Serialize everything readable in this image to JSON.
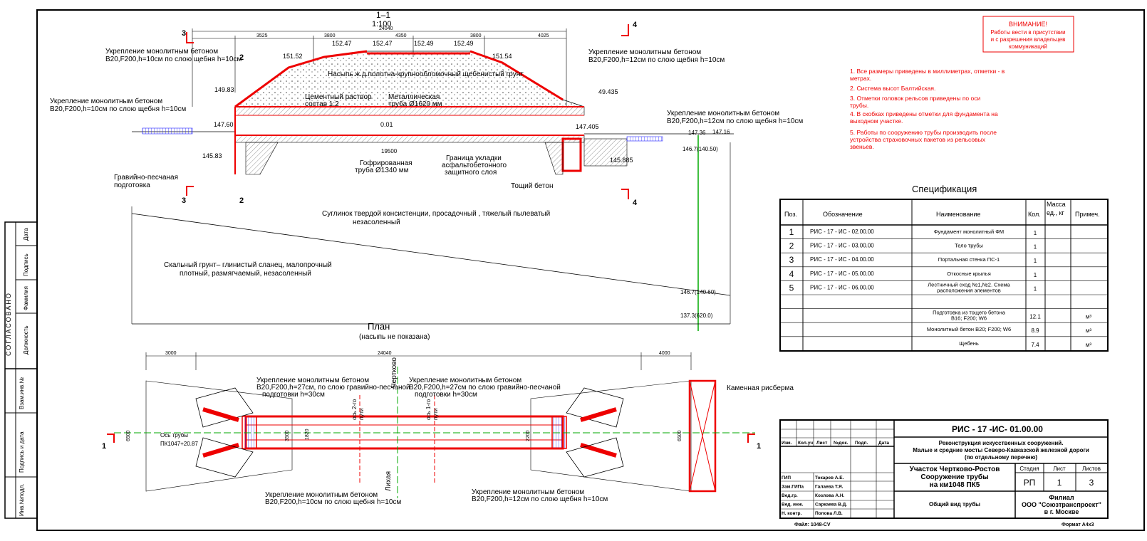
{
  "section_header": {
    "title": "1–1",
    "scale": "1:100"
  },
  "warning": {
    "title": "ВНИМАНИЕ!",
    "lines": [
      "Работы вести в присутствии",
      "и с разрешения владельцев",
      "коммуникаций"
    ]
  },
  "notes": [
    "1. Все размеры приведены в миллиметрах, отметки - в",
    "метрах.",
    "2. Система высот Балтийская.",
    "3. Отметки головок рельсов приведены по оси",
    "трубы.",
    "4. В скобках приведены отметки для фундамента на",
    "выходном участке.",
    "5. Работы по сооружению трубы производить после",
    "устройства страховочных пакетов из рельсовых",
    "звеньев."
  ],
  "spec": {
    "title": "Спецификация",
    "headers": {
      "pos": "Поз.",
      "designation": "Обозначение",
      "name": "Наименование",
      "qty": "Кол.",
      "mass1": "Масса",
      "mass2": "ед., кг",
      "note": "Примеч."
    },
    "rows": [
      {
        "pos": "1",
        "designation": "РИС - 17 - ИС - 02.00.00",
        "name": "Фундамент монолитный ФМ",
        "name2": "",
        "qty": "1",
        "mass": "",
        "note": ""
      },
      {
        "pos": "2",
        "designation": "РИС - 17 - ИС - 03.00.00",
        "name": "Тело трубы",
        "name2": "",
        "qty": "1",
        "mass": "",
        "note": ""
      },
      {
        "pos": "3",
        "designation": "РИС - 17 - ИС - 04.00.00",
        "name": "Портальная стенка ПС-1",
        "name2": "",
        "qty": "1",
        "mass": "",
        "note": ""
      },
      {
        "pos": "4",
        "designation": "РИС - 17 - ИС - 05.00.00",
        "name": "Откосные крылья",
        "name2": "",
        "qty": "1",
        "mass": "",
        "note": ""
      },
      {
        "pos": "5",
        "designation": "РИС - 17 - ИС - 06.00.00",
        "name": "Лестничный сход №1,№2. Схема",
        "name2": "расположения элементов",
        "qty": "1",
        "mass": "",
        "note": ""
      },
      {
        "pos": "",
        "designation": "",
        "name": "",
        "name2": "",
        "qty": "",
        "mass": "",
        "note": ""
      },
      {
        "pos": "",
        "designation": "",
        "name": "Подготовка из тощего бетона",
        "name2": "В16; F200; W6",
        "qty": "12.1",
        "mass": "",
        "note": "м³"
      },
      {
        "pos": "",
        "designation": "",
        "name": "Монолитный бетон B20; F200; W6",
        "name2": "",
        "qty": "8.9",
        "mass": "",
        "note": "м³"
      },
      {
        "pos": "",
        "designation": "",
        "name": "Щебень",
        "name2": "",
        "qty": "7.4",
        "mass": "",
        "note": "м³"
      }
    ]
  },
  "title_block": {
    "code": "РИС - 17 -ИС- 01.00.00",
    "project": [
      "Реконструкция искусственных сооружений.",
      "Малые и средние мосты Северо-Кавказской железной дороги",
      "(по отдельному перечню)"
    ],
    "section": [
      "Участок Чертково-Ростов",
      "Сооружение трубы",
      "на км1048 ПК5"
    ],
    "sheet_title": "Общий вид трубы",
    "org": [
      "Филиал",
      "ООО \"Союзтранспроект\"",
      "в г. Москве"
    ],
    "stage_label": "Стадия",
    "sheet_label": "Лист",
    "sheets_label": "Листов",
    "stage": "РП",
    "sheet": "1",
    "sheets": "3",
    "cols": [
      "Изм.",
      "Кол.уч",
      "Лист",
      "№док.",
      "Подп.",
      "Дата"
    ],
    "people": [
      {
        "role": "ГИП",
        "name": "Токарев А.Е."
      },
      {
        "role": "Зам.ГИПа",
        "name": "Галаева Т.Я."
      },
      {
        "role": "Вед.гр.",
        "name": "Козлова А.Н."
      },
      {
        "role": "Вед. инж.",
        "name": "Саркаева В.Д."
      },
      {
        "role": "Н. контр.",
        "name": "Попова Л.В."
      }
    ],
    "file": "Файл: 1048-CV",
    "format": "Формат А4х3"
  },
  "left_stamp": {
    "labels": [
      "СОГЛАСОВАНО",
      "Дата",
      "Подпись",
      "Фамилия",
      "Должность",
      "Взам.инв.№",
      "Подпись и дата",
      "Инв.№подл."
    ]
  },
  "section_drawing": {
    "dims_top": [
      "24040",
      "3525",
      "3800",
      "4350",
      "3800",
      "4025"
    ],
    "elevations": [
      "152.47",
      "152.47",
      "152.49",
      "152.49",
      "151.52",
      "151.54",
      "149.83",
      "147.60",
      "147.405",
      "145.83",
      "145.885",
      "147.36",
      "147.16",
      "146.7(140.50)",
      "146.7(140.60)",
      "137.3(620.0)",
      "49.435",
      "0.01"
    ],
    "labels": {
      "reinf1": [
        "Укрепление монолитным бетоном",
        "B20,F200,h=10см по слою щебня h=10см"
      ],
      "reinf2": [
        "Укрепление монолитным бетоном",
        "B20,F200,h=10см по слою щебня h=10см"
      ],
      "reinf3": [
        "Укрепление монолитным бетоном",
        "B20,F200,h=12см по слою щебня h=10см"
      ],
      "reinf4": [
        "Укрепление монолитным бетоном",
        "B20,F200,h=12см по слою щебня h=10см"
      ],
      "fill": "Насыпь ж.д.полотна-крупнообломочный щебенистый грунт",
      "cement": [
        "Цементный раствор",
        "состав 1:2"
      ],
      "metal_pipe": [
        "Металлическая",
        "труба Ø1620 мм"
      ],
      "corrugated": [
        "Гофрированная",
        "труба Ø1340 мм"
      ],
      "asphalt": [
        "Граница укладки",
        "асфальтобетонного",
        "защитного слоя"
      ],
      "gravel": [
        "Гравийно-песчаная",
        "подготовка"
      ],
      "lean": "Тощий бетон",
      "loam": [
        "Суглинок твердой консистенции, просадочный , тяжелый пылеватый",
        "незасоленный"
      ],
      "rock": [
        "Скальный грунт– глинистый сланец, малопрочный",
        "плотный, размягчаемый, незасоленный"
      ],
      "len": "19500"
    }
  },
  "plan": {
    "title": "План",
    "subtitle": "(насыпь не показана)",
    "dims": [
      "3000",
      "24040",
      "4000",
      "6500",
      "6500",
      "1820",
      "3500",
      "2200"
    ],
    "labels": {
      "p1": [
        "Укрепление монолитным бетоном",
        "B20,F200,h=27см, по слою гравийно-песчаной",
        "подготовки h=30см"
      ],
      "p2": [
        "Укрепление монолитным бетоном",
        "B20,F200,h=27см по слою гравийно-песчаной",
        "подготовки h=30см"
      ],
      "p3": [
        "Укрепление монолитным бетоном",
        "B20,F200,h=10см по слою щебня h=10см"
      ],
      "p4": [
        "Укрепление монолитным бетоном",
        "B20,F200,h=12см по слою щебня h=10см"
      ],
      "riprap": "Каменная рисберма",
      "axis": [
        "Ось трубы",
        "ПК1047+20.87"
      ],
      "chertkovo": "Чертково",
      "likhaya": "Лихая",
      "track2": [
        "ось 2-го",
        "пути"
      ],
      "track1": [
        "ось 1-го",
        "пути"
      ]
    }
  },
  "markers": [
    "1",
    "1",
    "2",
    "2",
    "3",
    "3",
    "4",
    "4"
  ]
}
